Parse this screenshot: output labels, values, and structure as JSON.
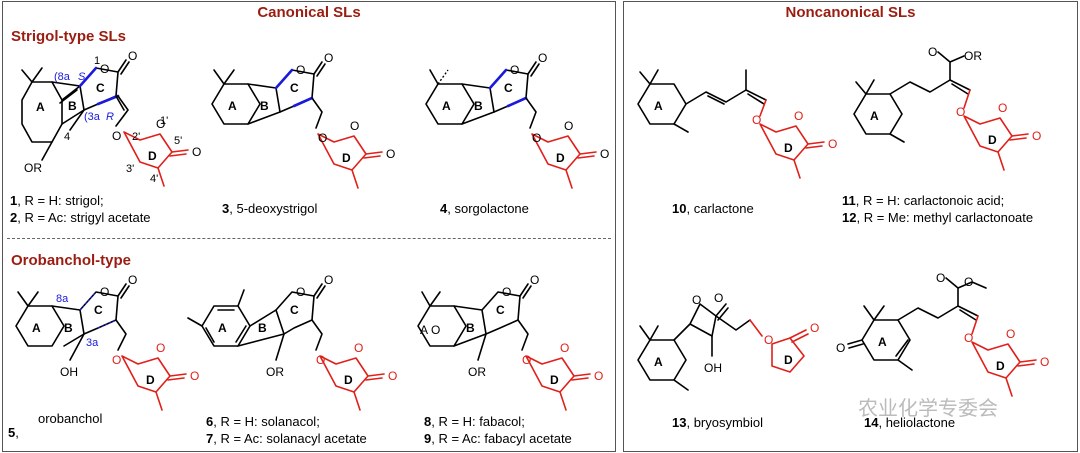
{
  "canonical": {
    "title": "Canonical  SLs",
    "strigol_section": "Strigol-type SLs",
    "orobanchol_section": "Orobanchol-type",
    "compounds": [
      {
        "num": "1",
        "text": ", R = H: strigol;"
      },
      {
        "num": "2",
        "text": ", R = Ac: strigyl acetate"
      },
      {
        "num": "3",
        "text": ", 5-deoxystrigol"
      },
      {
        "num": "4",
        "text": ", sorgolactone"
      },
      {
        "num": "5",
        "text": ","
      },
      {
        "num": "6",
        "text": ", R = H: solanacol;"
      },
      {
        "num": "7",
        "text": ", R = Ac: solanacyl acetate"
      },
      {
        "num": "8",
        "text": ", R = H: fabacol;"
      },
      {
        "num": "9",
        "text": ", R = Ac: fabacyl acetate"
      }
    ],
    "orobanchol_name": "orobanchol"
  },
  "noncanonical": {
    "title": "Noncanonical SLs",
    "compounds": [
      {
        "num": "10",
        "text": ", carlactone"
      },
      {
        "num": "11",
        "text": ", R = H: carlactonoic acid;"
      },
      {
        "num": "12",
        "text": ", R = Me: methyl carlactonoate"
      },
      {
        "num": "13",
        "text": ", bryosymbiol"
      },
      {
        "num": "14",
        "text": ", heliolactone"
      }
    ]
  },
  "labels": {
    "ring_a": "A",
    "ring_b": "B",
    "ring_c": "C",
    "ring_d": "D",
    "O": "O",
    "OR": "OR",
    "OH": "OH",
    "COOR": "OR",
    "pos_1": "1",
    "pos_8a": "(8a",
    "pos_S": "S",
    "pos_3a": "(3a",
    "pos_R": "R",
    "pos_4": "4",
    "pos_2p": "2'",
    "pos_1p": "1'",
    "pos_5p": "5'",
    "pos_3p": "3'",
    "pos_4p": "4'",
    "pos_8a_b": "8a",
    "pos_3a_b": "3a",
    "paren_close": ")"
  },
  "watermark": "农业化学专委会",
  "colors": {
    "heading": "#9b1d12",
    "red": "#e0201a",
    "blue": "#1a1adb"
  }
}
